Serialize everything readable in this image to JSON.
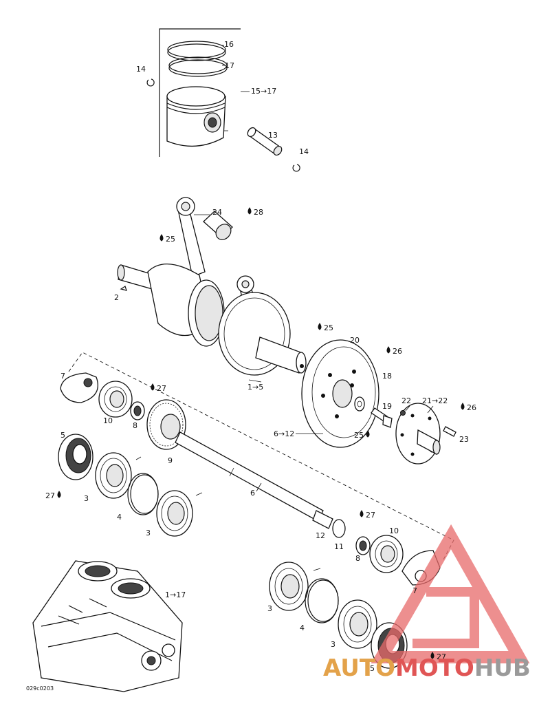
{
  "diagram": {
    "code": "029c0203",
    "callouts": [
      {
        "id": "c16",
        "text": "16"
      },
      {
        "id": "c17",
        "text": "17"
      },
      {
        "id": "c15to17",
        "text": "15→17"
      },
      {
        "id": "c14a",
        "text": "14"
      },
      {
        "id": "c13",
        "text": "13"
      },
      {
        "id": "c14b",
        "text": "14"
      },
      {
        "id": "c24",
        "text": "24"
      },
      {
        "id": "c28",
        "text": "28"
      },
      {
        "id": "c25a",
        "text": "25"
      },
      {
        "id": "c2",
        "text": "2"
      },
      {
        "id": "c25b",
        "text": "25"
      },
      {
        "id": "c1to5",
        "text": "1→5"
      },
      {
        "id": "c20",
        "text": "20"
      },
      {
        "id": "c26a",
        "text": "26"
      },
      {
        "id": "c18",
        "text": "18"
      },
      {
        "id": "c19",
        "text": "19"
      },
      {
        "id": "c22",
        "text": "22"
      },
      {
        "id": "c21to22",
        "text": "21→22"
      },
      {
        "id": "c26b",
        "text": "26"
      },
      {
        "id": "c23",
        "text": "23"
      },
      {
        "id": "c25c",
        "text": "25"
      },
      {
        "id": "c7a",
        "text": "7"
      },
      {
        "id": "c27a",
        "text": "27"
      },
      {
        "id": "c10a",
        "text": "10"
      },
      {
        "id": "c8a",
        "text": "8"
      },
      {
        "id": "c9",
        "text": "9"
      },
      {
        "id": "c6to12",
        "text": "6→12"
      },
      {
        "id": "c5a",
        "text": "5"
      },
      {
        "id": "c27b",
        "text": "27"
      },
      {
        "id": "c3a",
        "text": "3"
      },
      {
        "id": "c4a",
        "text": "4"
      },
      {
        "id": "c3b",
        "text": "3"
      },
      {
        "id": "c6",
        "text": "6"
      },
      {
        "id": "c27c",
        "text": "27"
      },
      {
        "id": "c12",
        "text": "12"
      },
      {
        "id": "c11",
        "text": "11"
      },
      {
        "id": "c10b",
        "text": "10"
      },
      {
        "id": "c8b",
        "text": "8"
      },
      {
        "id": "c7b",
        "text": "7"
      },
      {
        "id": "c1to17",
        "text": "1→17"
      },
      {
        "id": "c3c",
        "text": "3"
      },
      {
        "id": "c4b",
        "text": "4"
      },
      {
        "id": "c3d",
        "text": "3"
      },
      {
        "id": "c27d",
        "text": "27"
      },
      {
        "id": "c5b",
        "text": "5"
      }
    ]
  },
  "watermark": {
    "part1": "AUTO",
    "part2": "MOTO",
    "part3": "HUB",
    "color_primary": "#e3a24a",
    "color_secondary": "#e05555",
    "color_tertiary": "#9a9a9a",
    "logo_color": "#e86a6a"
  }
}
